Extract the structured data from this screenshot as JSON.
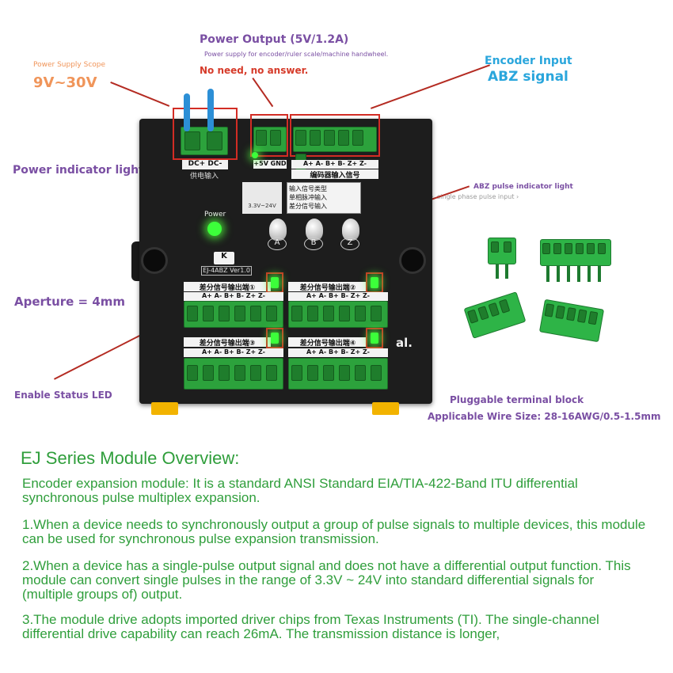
{
  "annotations": {
    "power_output_title": "Power Output (5V/1.2A)",
    "power_output_desc": "Power supply for encoder/ruler scale/machine handwheel.",
    "no_need": "No need, no answer.",
    "power_supply_scope_label": "Power Supply Scope",
    "power_supply_scope_value": "9V~30V",
    "encoder_input_line1": "Encoder Input",
    "encoder_input_line2": "ABZ signal",
    "power_indicator": "Power indicator light",
    "abz_indicator": "ABZ pulse indicator light",
    "abz_indicator_sub": "e, single phase pulse input ›",
    "aperture": "Aperture = 4mm",
    "enable_led": "Enable Status LED",
    "pluggable_title": "Pluggable terminal block",
    "wire_size": "Applicable Wire Size: 28-16AWG/0.5-1.5mm",
    "partial_text": "al."
  },
  "module": {
    "power_label": "Power",
    "model": "EJ-4ABZ Ver1.0",
    "dc_label": "DC+ DC-",
    "dc_sub": "供电输入",
    "output5v_label": "+5V GND",
    "encoder_pins": "A+ A- B+ B- Z+ Z-",
    "encoder_title": "编码器输入信号",
    "output_pins": "A+ A- B+ B- Z+ Z-",
    "output_title_1": "差分信号输出端①",
    "output_title_2": "差分信号输出端②",
    "output_title_3": "差分信号输出端③",
    "output_title_4": "差分信号输出端④",
    "bulb_a": "A",
    "bulb_b": "B",
    "bulb_c": "Z",
    "signal_box_title": "输入信号类型",
    "signal_box_opt1": "单相脉冲输入",
    "signal_box_opt2": "差分信号输入",
    "voltage_label": "3.3V~24V"
  },
  "overview": {
    "title": "EJ Series Module Overview:",
    "intro": "Encoder expansion module: It is a standard ANSI Standard EIA/TIA-422-Band ITU differential synchronous pulse multiplex expansion.",
    "p1": "1.When a device needs to synchronously output a group of pulse signals to multiple devices, this module can be used for synchronous pulse expansion transmission.",
    "p2": "2.When a device has a single-pulse output signal and does not have a differential output function. This module can convert single pulses in the range of 3.3V ~ 24V into standard differential signals for (multiple groups of) output.",
    "p3": "3.The module drive adopts imported driver chips from Texas Instruments (TI). The single-channel differential drive capability can reach 26mA. The transmission distance is longer,"
  },
  "colors": {
    "annotation_purple": "#7a4fa3",
    "annotation_orange": "#f0955a",
    "annotation_red": "#d63b2a",
    "annotation_blue": "#2aa6dc",
    "overview_green": "#2f9e3b",
    "terminal_green": "#2ca23c",
    "led_green": "#3cff3a",
    "din_clip_yellow": "#f2b300"
  }
}
